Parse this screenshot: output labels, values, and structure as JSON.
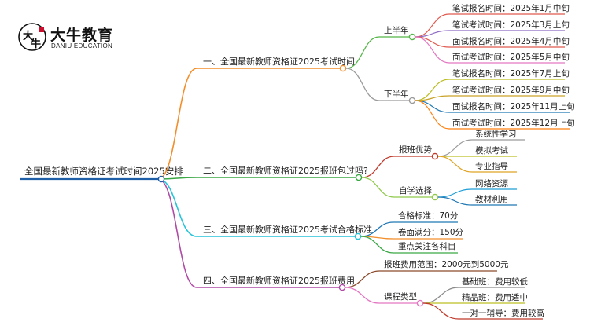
{
  "brand": {
    "name_cn": "大牛教育",
    "name_en": "DANIU EDUCATION",
    "mark_glyphs": "大牛",
    "color_primary": "#c8102e"
  },
  "mindmap": {
    "root": "全国最新教师资格证考试时间2025安排",
    "branches": [
      {
        "label": "一、全国最新教师资格证2025考试时间",
        "color": "#f28e2b",
        "children": [
          {
            "label": "上半年",
            "color": "#55b748",
            "children": [
              {
                "label": "笔试报名时间：2025年1月中旬",
                "color": "#e05a4f"
              },
              {
                "label": "笔试考试时间：2025年3月上旬",
                "color": "#8e6bc4"
              },
              {
                "label": "面试报名时间：2025年4月中旬",
                "color": "#e05a4f"
              },
              {
                "label": "面试考试时间：2025年5月中旬",
                "color": "#e377c2"
              }
            ]
          },
          {
            "label": "下半年",
            "color": "#9a9a9a",
            "children": [
              {
                "label": "笔试报名时间：2025年7月上旬",
                "color": "#bcbd22"
              },
              {
                "label": "笔试考试时间：2025年9月中旬",
                "color": "#c9a227"
              },
              {
                "label": "面试报名时间：2025年11月上旬",
                "color": "#1f77b4"
              },
              {
                "label": "面试考试时间：2025年12月上旬",
                "color": "#ff7f0e"
              }
            ]
          }
        ]
      },
      {
        "label": "二、全国最新教师资格证2025报班包过吗?",
        "color": "#3aa845",
        "children": [
          {
            "label": "报班优势",
            "color": "#c0392b",
            "children": [
              {
                "label": "系统性学习",
                "color": "#9a9a9a"
              },
              {
                "label": "模拟考试",
                "color": "#bcbd22"
              },
              {
                "label": "专业指导",
                "color": "#e1a526"
              }
            ]
          },
          {
            "label": "自学选择",
            "color": "#8fc94a",
            "children": [
              {
                "label": "网络资源",
                "color": "#1f9ed8"
              },
              {
                "label": "教材利用",
                "color": "#1f77b4"
              }
            ]
          }
        ]
      },
      {
        "label": "三、全国最新教师资格证2025考试合格标准",
        "color": "#27c4d8",
        "children": [
          {
            "label": "合格标准：70分",
            "color": "#1f77b4",
            "children": []
          },
          {
            "label": "卷面满分：150分",
            "color": "#f28e2b",
            "children": []
          },
          {
            "label": "重点关注各科目",
            "color": "#3aa845",
            "children": []
          }
        ]
      },
      {
        "label": "四、全国最新教师资格证2025报班费用",
        "color": "#b04aa6",
        "children": [
          {
            "label": "报班费用范围：2000元到5000元",
            "color": "#8b4a2b",
            "children": []
          },
          {
            "label": "课程类型",
            "color": "#e377c2",
            "children": [
              {
                "label": "基础班：费用较低",
                "color": "#8a8a8a"
              },
              {
                "label": "精品班：费用适中",
                "color": "#bcbd22"
              },
              {
                "label": "一对一辅导：费用较高",
                "color": "#c0392b"
              }
            ]
          }
        ]
      }
    ]
  }
}
